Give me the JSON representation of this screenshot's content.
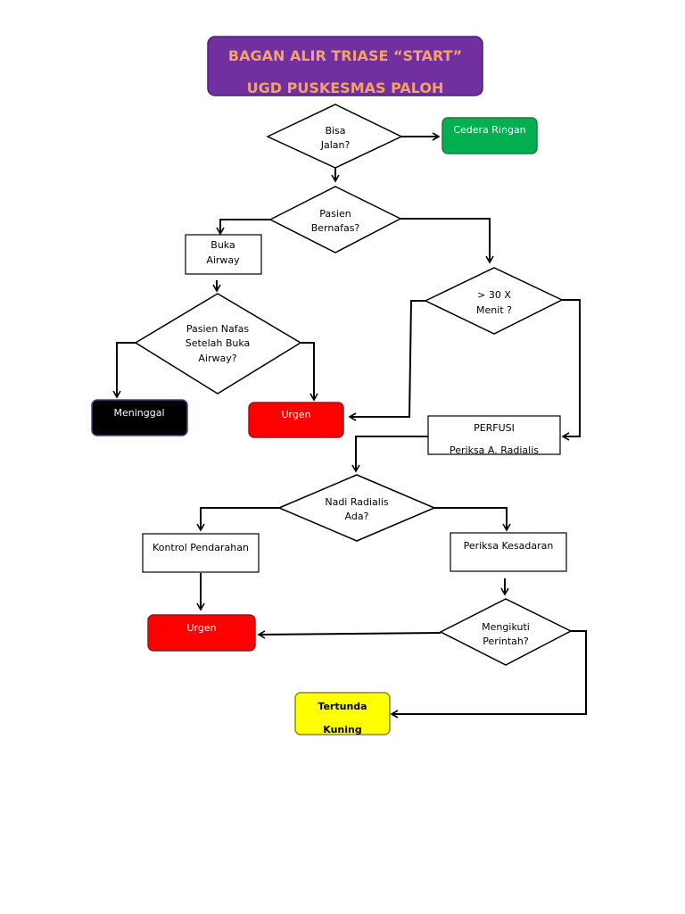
{
  "title": {
    "line1": "BAGAN ALIR TRIASE “START”",
    "line2": "UGD PUSKESMAS PALOH"
  },
  "nodes": {
    "bisa_jalan": {
      "line1": "Bisa",
      "line2": "Jalan?"
    },
    "cedera_ringan": {
      "label": "Cedera Ringan"
    },
    "pasien_bernafas": {
      "line1": "Pasien",
      "line2": "Bernafas?"
    },
    "buka_airway": {
      "line1": "Buka",
      "line2": "Airway"
    },
    "lebih_30x": {
      "line1": "> 30 X",
      "line2": "Menit ?"
    },
    "pasien_nafas_setelah": {
      "line1": "Pasien Nafas",
      "line2": "Setelah Buka",
      "line3": "Airway?"
    },
    "meninggal": {
      "label": "Meninggal"
    },
    "urgen_1": {
      "label": "Urgen"
    },
    "perfusi": {
      "line1": "PERFUSI",
      "line2": "Periksa A. Radialis"
    },
    "nadi_radialis": {
      "line1": "Nadi Radialis",
      "line2": "Ada?"
    },
    "kontrol_pendarahan": {
      "label": "Kontrol Pendarahan"
    },
    "periksa_kesadaran": {
      "label": "Periksa Kesadaran"
    },
    "urgen_2": {
      "label": "Urgen"
    },
    "mengikuti_perintah": {
      "line1": "Mengikuti",
      "line2": "Perintah?"
    },
    "tertunda": {
      "line1": "Tertunda",
      "line2": "Kuning"
    }
  },
  "colors": {
    "title_bg": "#7030a0",
    "title_text": "#f5a16a",
    "green": "#00b050",
    "red": "#ff0000",
    "black": "#000000",
    "yellow": "#ffff00"
  }
}
